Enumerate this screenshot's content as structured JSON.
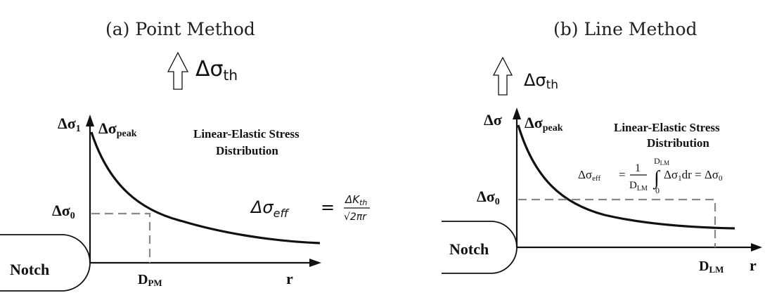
{
  "panels": {
    "point": {
      "title": "(a) Point Method",
      "threshold_label_main": "Δσ",
      "threshold_label_sub": "th",
      "y_axis_main": "Δσ",
      "y_axis_sub": "1",
      "peak_main": "Δσ",
      "peak_sub": "peak",
      "dist_line1": "Linear-Elastic Stress",
      "dist_line2": "Distribution",
      "sigma0_main": "Δσ",
      "sigma0_sub": "0",
      "formula_lhs_main": "Δσ",
      "formula_lhs_sub": "eff",
      "formula_eq": "=",
      "formula_num_main": "ΔK",
      "formula_num_sub": "th",
      "formula_den": "√2πr",
      "notch": "Notch",
      "distance_main": "D",
      "distance_sub": "PM",
      "x_axis": "r"
    },
    "line": {
      "title": "(b) Line Method",
      "threshold_label_main": "Δσ",
      "threshold_label_sub": "th",
      "y_axis": "Δσ",
      "peak_main": "Δσ",
      "peak_sub": "peak",
      "dist_line1": "Linear-Elastic Stress",
      "dist_line2": "Distribution",
      "sigma0_main": "Δσ",
      "sigma0_sub": "0",
      "formula_lhs_main": "Δσ",
      "formula_lhs_sub": "eff",
      "formula_eq": "=",
      "formula_num": "1",
      "formula_den_main": "D",
      "formula_den_sub": "LM",
      "integral_sign": "∫",
      "integral_upper_main": "D",
      "integral_upper_sub": "LM",
      "integral_lower": "0",
      "integrand_main": "Δσ",
      "integrand_sub": "1",
      "integrand_tail": "dr = Δσ",
      "integrand_tail_sub": "0",
      "notch": "Notch",
      "distance_main": "D",
      "distance_sub": "LM",
      "x_axis": "r"
    }
  }
}
